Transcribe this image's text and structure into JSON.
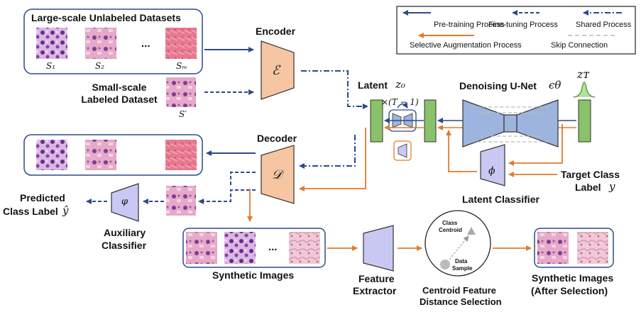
{
  "legend": {
    "pretraining": "Pre-training Process",
    "finetuning": "Fine-tuning Process",
    "shared": "Shared Process",
    "selective": "Selective Augmentation Process",
    "skip": "Skip Connection"
  },
  "datasets": {
    "large_title": "Large-scale Unlabeled Datasets",
    "s1": "S₁",
    "s2": "S₂",
    "sm": "Sₘ",
    "ellipsis": "...",
    "small_title": "Small-scale\nLabeled Dataset",
    "s_prime": "S′"
  },
  "encoder": {
    "title": "Encoder",
    "symbol": "ℰ"
  },
  "decoder": {
    "title": "Decoder",
    "symbol": "𝒟"
  },
  "latent": {
    "title": "Latent",
    "var": "z₀",
    "repeat": "×(T − 1)"
  },
  "unet": {
    "title": "Denoising U-Net",
    "var": "ϵθ"
  },
  "zt": "zᴛ",
  "latent_classifier": {
    "title": "Latent Classifier",
    "symbol": "ϕ"
  },
  "target": {
    "line1": "Target Class",
    "line2": "Label",
    "var": "y"
  },
  "predicted": {
    "line1": "Predicted",
    "line2": "Class Label",
    "var": "ŷ"
  },
  "auxiliary": {
    "line1": "Auxiliary",
    "line2": "Classifier",
    "symbol": "φ"
  },
  "synthetic": {
    "title": "Synthetic Images",
    "ellipsis": "..."
  },
  "feature_extractor": {
    "line1": "Feature",
    "line2": "Extractor"
  },
  "centroid": {
    "class_label_1": "Class",
    "class_label_2": "Centroid",
    "data_label_1": "Data",
    "data_label_2": "Sample",
    "caption_1": "Centroid Feature",
    "caption_2": "Distance Selection"
  },
  "synthetic_after": {
    "line1": "Synthetic Images",
    "line2": "(After Selection)"
  },
  "colors": {
    "blue": "#2c4a8c",
    "orange": "#e37b2a",
    "encoder_fill": "#f6c6a3",
    "unet_fill": "#9db5de",
    "green": "#8ac16b",
    "violet": "#c9c8f2"
  }
}
